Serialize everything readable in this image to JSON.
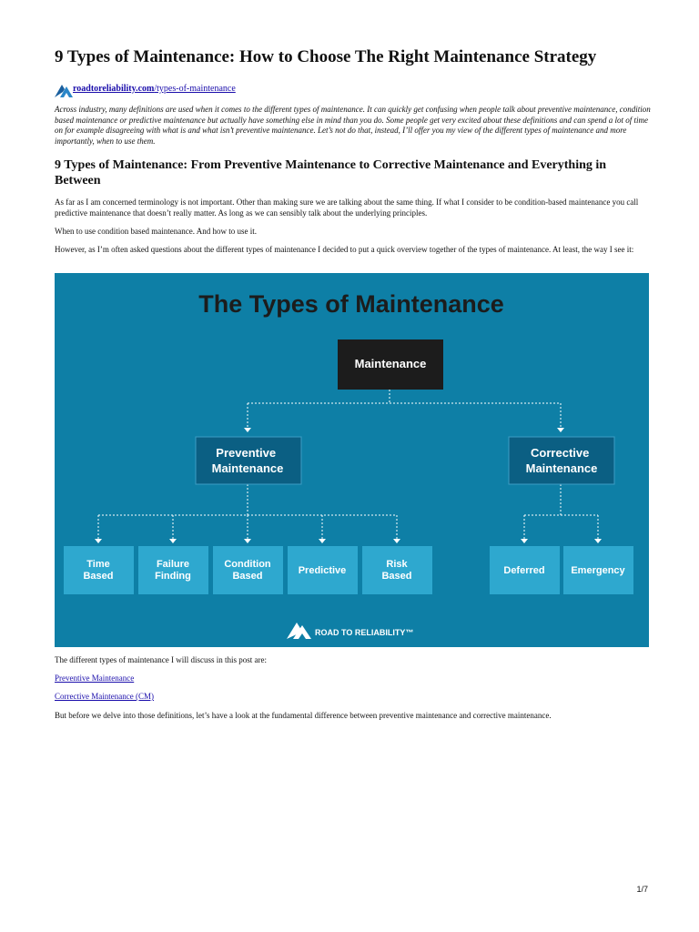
{
  "article": {
    "title": "9 Types of Maintenance: How to Choose The Right Maintenance Strategy",
    "source_domain": "roadtoreliability.com",
    "source_path": "/types-of-maintenance",
    "intro": "Across industry, many definitions are used when it comes to the different types of maintenance. It can quickly get confusing when people talk about preventive maintenance, condition based maintenance or predictive maintenance but actually have something else in mind than you do. Some people get very excited about these definitions and can spend a lot of time on for example disagreeing with what is and what isn’t preventive maintenance. Let’s not do that, instead, I’ll offer you my view of the different types of maintenance and more importantly, when to use them.",
    "subtitle": "9 Types of Maintenance: From Preventive Maintenance to Corrective Maintenance and Everything in Between",
    "para1": "As far as I am concerned terminology is not important. Other than making sure we are talking about the same thing. If what I consider to be condition-based maintenance you call predictive maintenance that doesn’t really matter. As long as we can sensibly talk about the underlying principles.",
    "para2": "When to use condition based maintenance. And how to use it.",
    "para3": "However, as I’m often asked questions about the different types of maintenance I decided to put a quick overview together of the types of maintenance. At least, the way I see it:",
    "para4": "The different types of maintenance I will discuss in this post are:",
    "link1": "Preventive Maintenance",
    "link2": "Corrective Maintenance (CM)",
    "para5": "But before we delve into those definitions, let’s have a look at the fundamental difference between preventive maintenance and corrective maintenance.",
    "page_number": "1/7"
  },
  "diagram": {
    "title": "The Types of Maintenance",
    "root": "Maintenance",
    "preventive": [
      "Preventive",
      "Maintenance"
    ],
    "corrective": [
      "Corrective",
      "Maintenance"
    ],
    "leaves": {
      "time_based": [
        "Time",
        "Based"
      ],
      "failure_finding": [
        "Failure",
        "Finding"
      ],
      "condition_based": [
        "Condition",
        "Based"
      ],
      "predictive": [
        "Predictive"
      ],
      "risk_based": [
        "Risk",
        "Based"
      ],
      "deferred": [
        "Deferred"
      ],
      "emergency": [
        "Emergency"
      ]
    },
    "brand": "ROAD TO RELIABILITY™",
    "colors": {
      "background": "#0e7fa6",
      "root_box": "#1c1c1c",
      "branch_box": "#0b5f83",
      "leaf_box": "#2ea8cf",
      "title_text": "#1c1c1c",
      "connector": "#ffffff"
    }
  }
}
